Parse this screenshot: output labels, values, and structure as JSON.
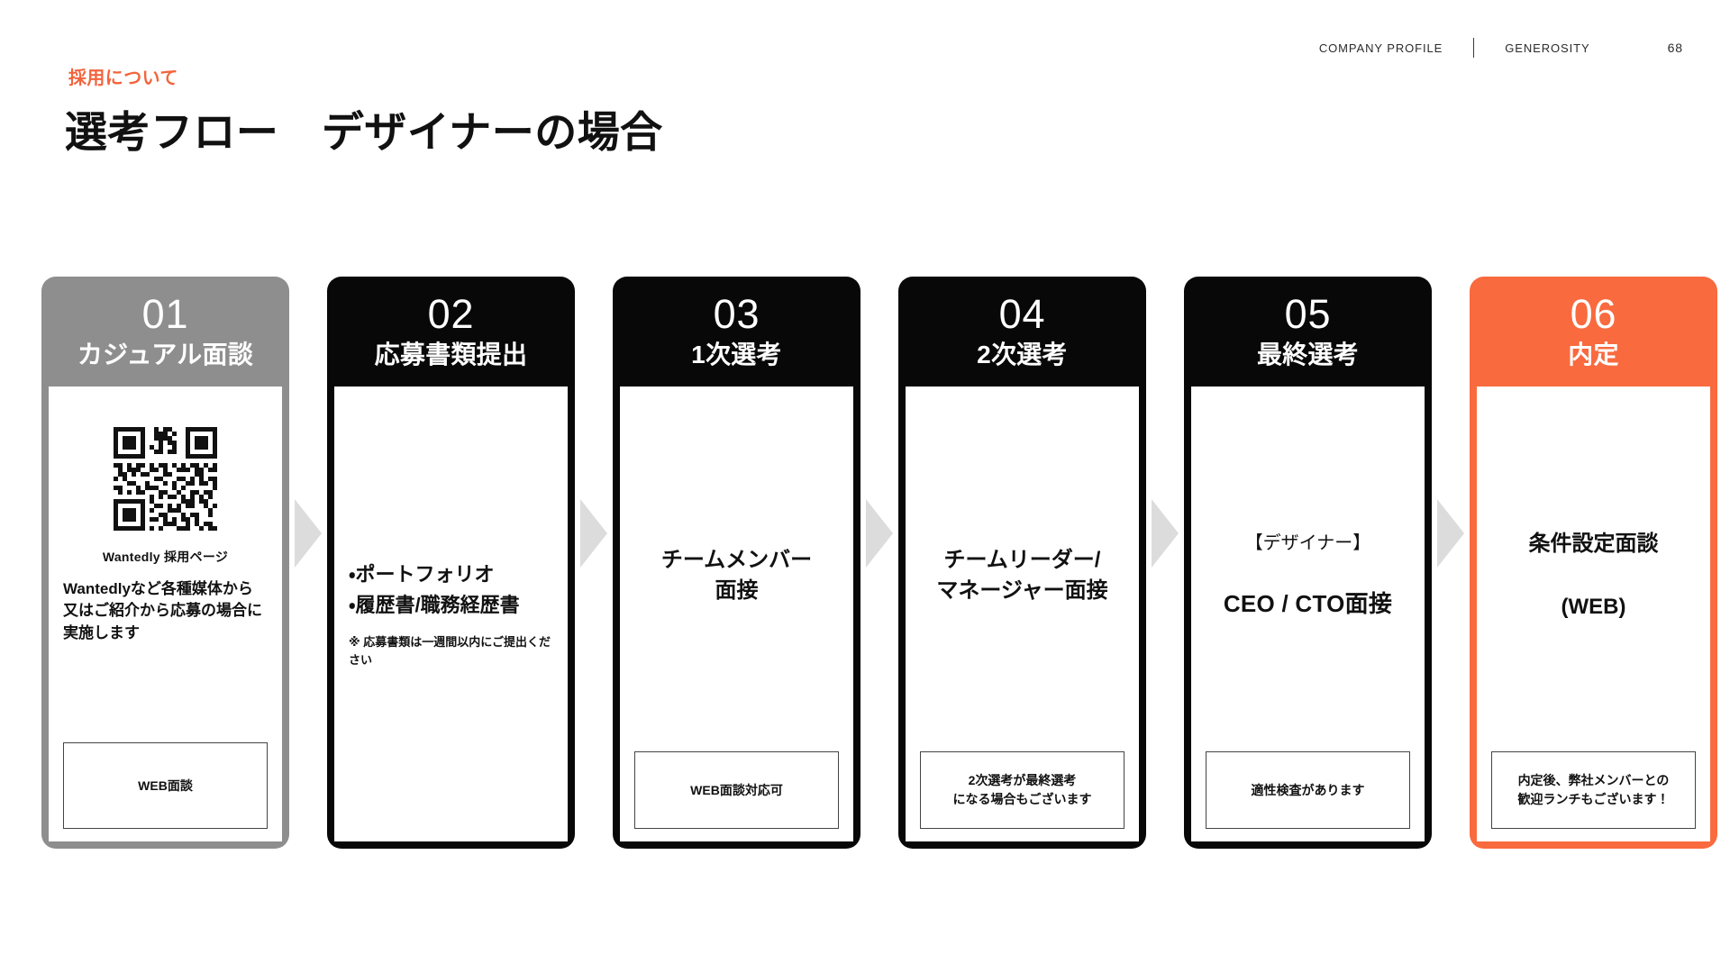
{
  "header": {
    "meta_label": "COMPANY PROFILE",
    "meta_brand": "GENEROSITY",
    "page_number": "68",
    "eyebrow": "採用について",
    "title": "選考フロー　デザイナーの場合"
  },
  "colors": {
    "accent_orange": "#F96A3E",
    "eyebrow_orange": "#F2643C",
    "step_grey": "#8E8E8E",
    "step_dark": "#080808",
    "arrow_grey": "#DCDCDC"
  },
  "steps": [
    {
      "number": "01",
      "name": "カジュアル面談",
      "theme": "grey",
      "qr_caption": "Wantedly 採用ページ",
      "lead_text": "Wantedlyなど各種媒体から又はご紹介から応募の場合に実施します",
      "callout": "WEB面談"
    },
    {
      "number": "02",
      "name": "応募書類提出",
      "theme": "dark",
      "bullets": "・ポートフォリオ\n・履歴書/職務経歴書",
      "note": "※ 応募書類は一週間以内にご提出ください",
      "callout": ""
    },
    {
      "number": "03",
      "name": "1次選考",
      "theme": "dark",
      "main_text": "チームメンバー\n面接",
      "callout": "WEB面談対応可"
    },
    {
      "number": "04",
      "name": "2次選考",
      "theme": "dark",
      "main_text": "チームリーダー/\nマネージャー面接",
      "callout": "2次選考が最終選考\nになる場合もございます"
    },
    {
      "number": "05",
      "name": "最終選考",
      "theme": "dark",
      "main_lead": "【デザイナー】",
      "main_emph": "CEO / CTO面接",
      "callout": "適性検査があります"
    },
    {
      "number": "06",
      "name": "内定",
      "theme": "orange",
      "main_text": "条件設定面談\n\n(WEB)",
      "callout": "内定後、弊社メンバーとの\n歓迎ランチもございます！"
    }
  ]
}
